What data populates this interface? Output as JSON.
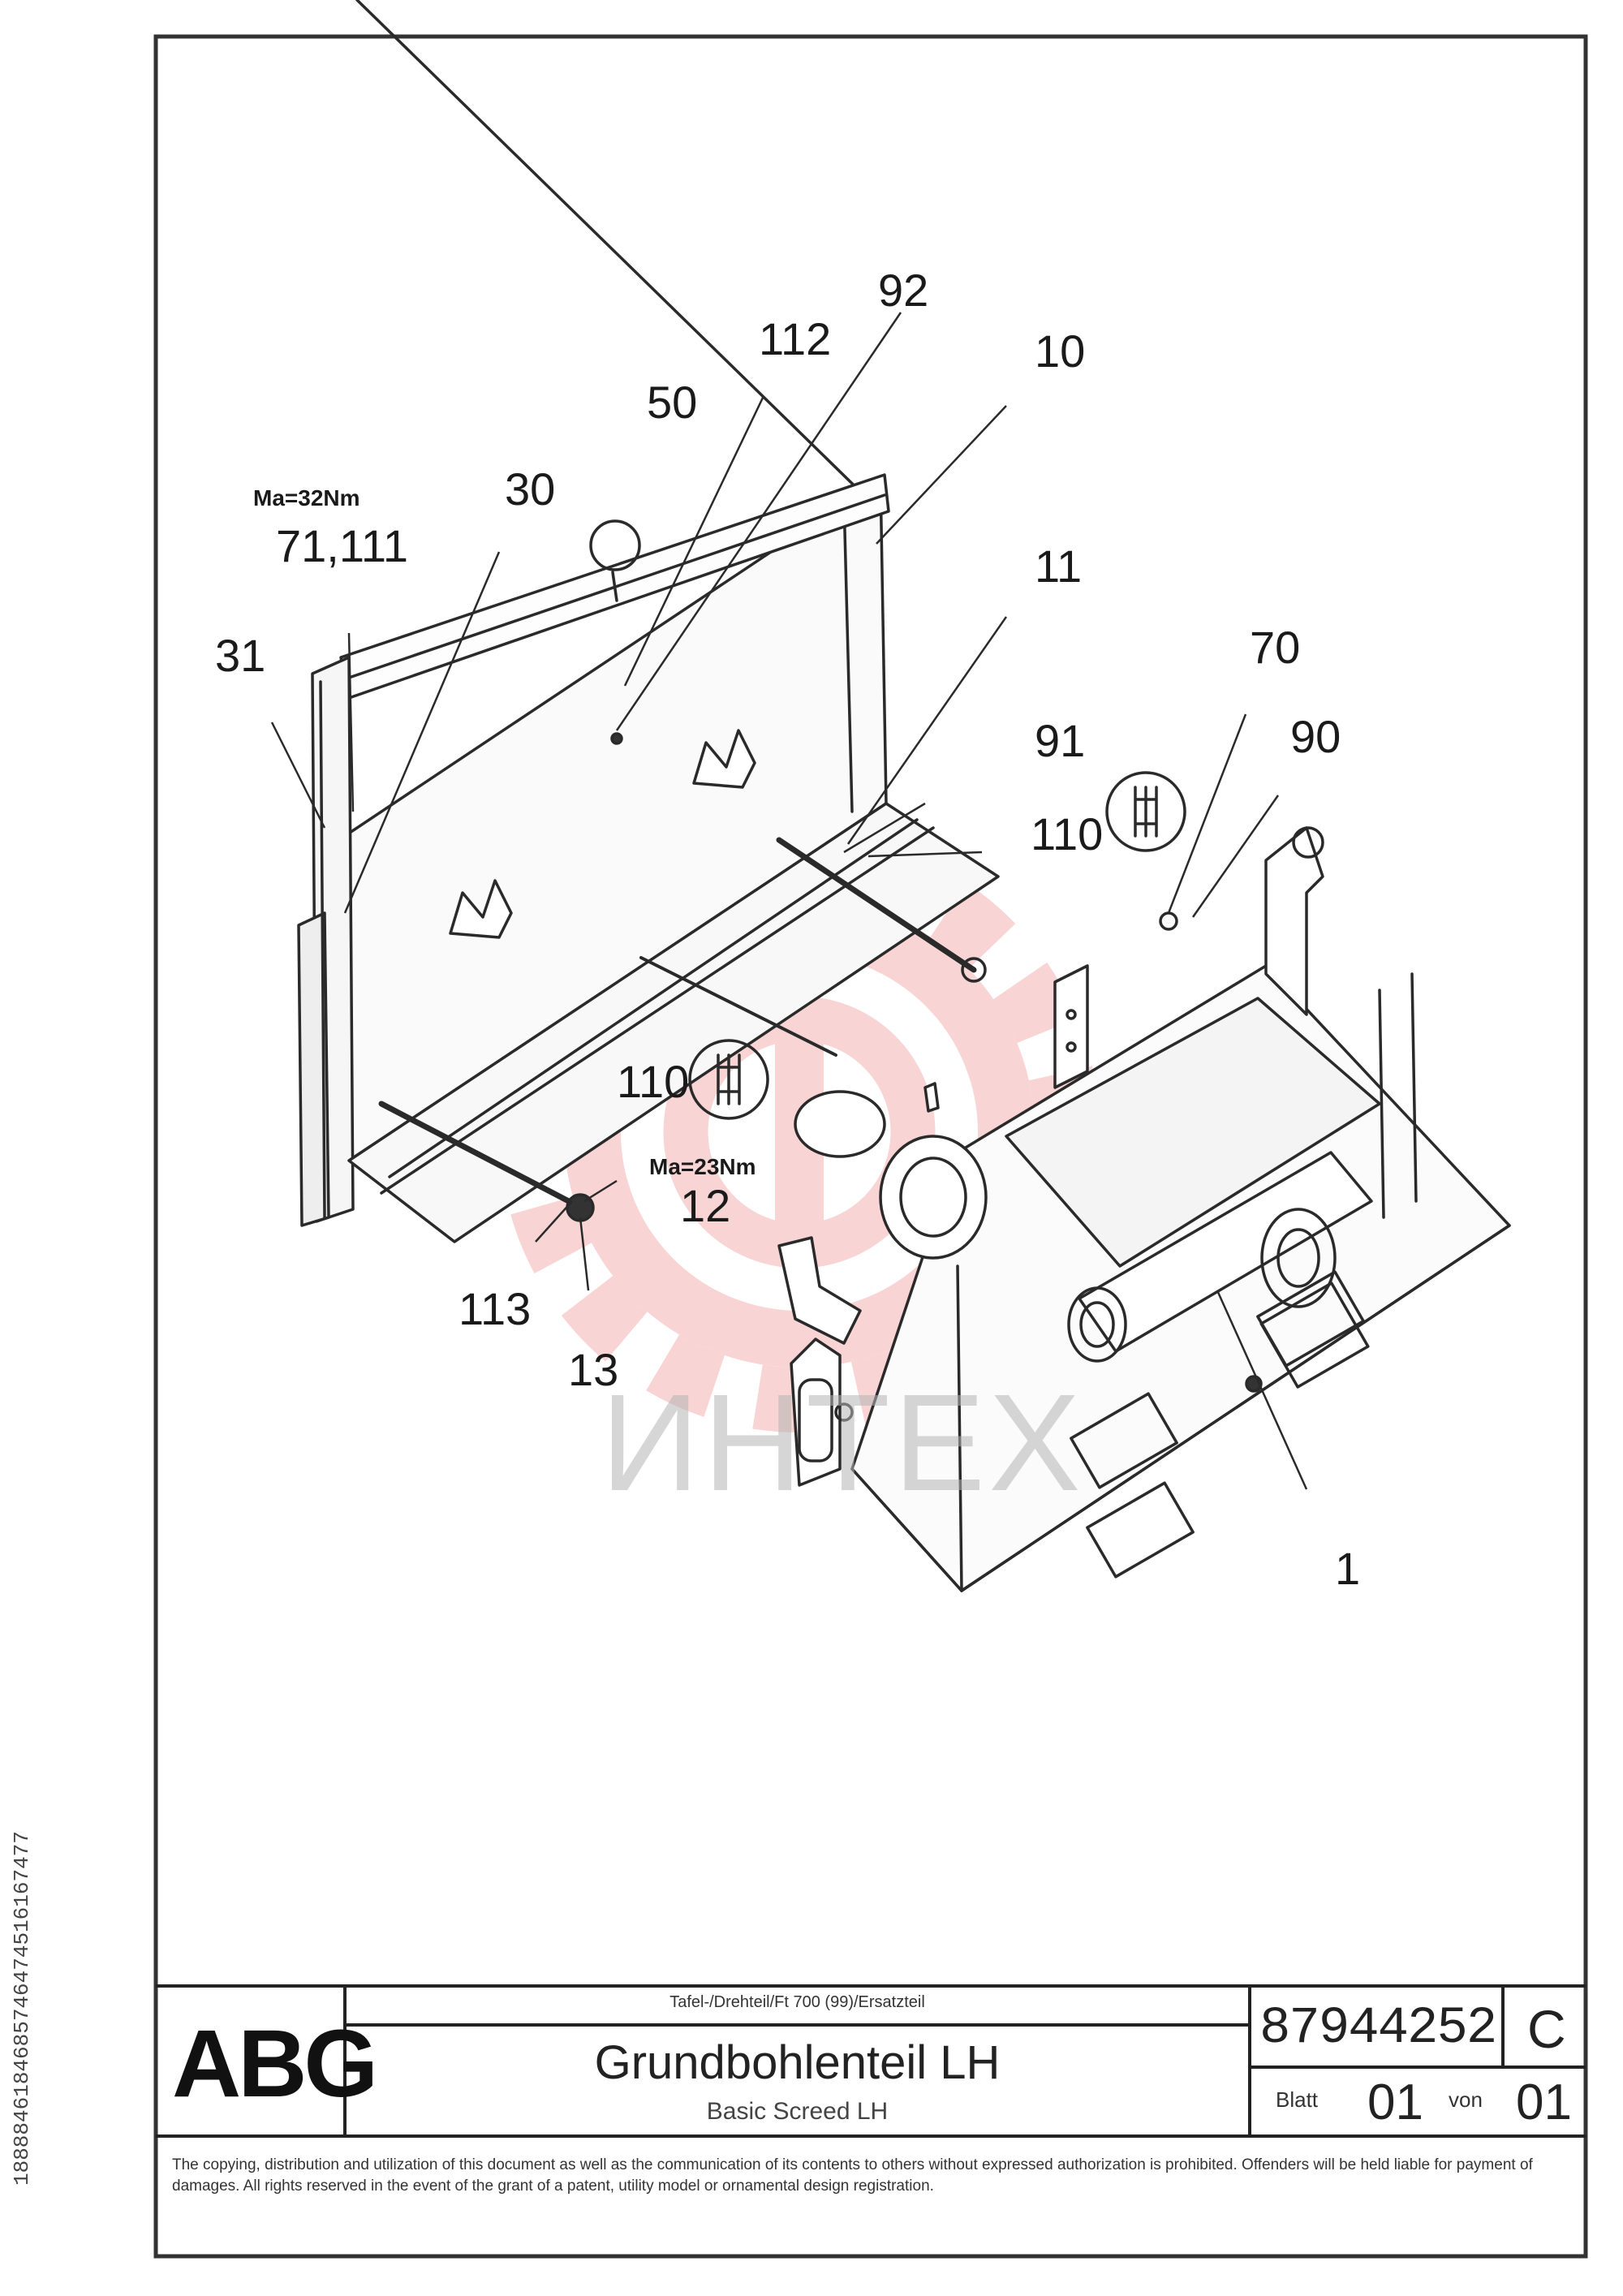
{
  "drawing": {
    "callouts": [
      "1",
      "10",
      "11",
      "12",
      "13",
      "30",
      "31",
      "50",
      "70",
      "90",
      "91",
      "92",
      "110",
      "110",
      "112",
      "113",
      "71,111"
    ],
    "torque_notes": [
      "Ma=32Nm",
      "Ma=23Nm"
    ],
    "watermark": "ИНТЕХ"
  },
  "title_block": {
    "logo": "ABG",
    "subtitle_small": "Tafel-/Drehteil/Ft 700 (99)/Ersatzteil",
    "title_de": "Grundbohlenteil LH",
    "title_en": "Basic Screed LH",
    "drawing_number": "87944252",
    "revision": "C",
    "sheet_label": "Blatt",
    "sheet_number": "01",
    "of_label": "von",
    "sheet_total": "01",
    "notice": "The copying, distribution and utilization of this document as well as the communication of its contents to others without expressed authorization is prohibited. Offenders will be held liable for payment of damages. All rights reserved in the event of the grant of a patent, utility model or ornamental design registration."
  },
  "side_code": "1888846184685746474516167477"
}
